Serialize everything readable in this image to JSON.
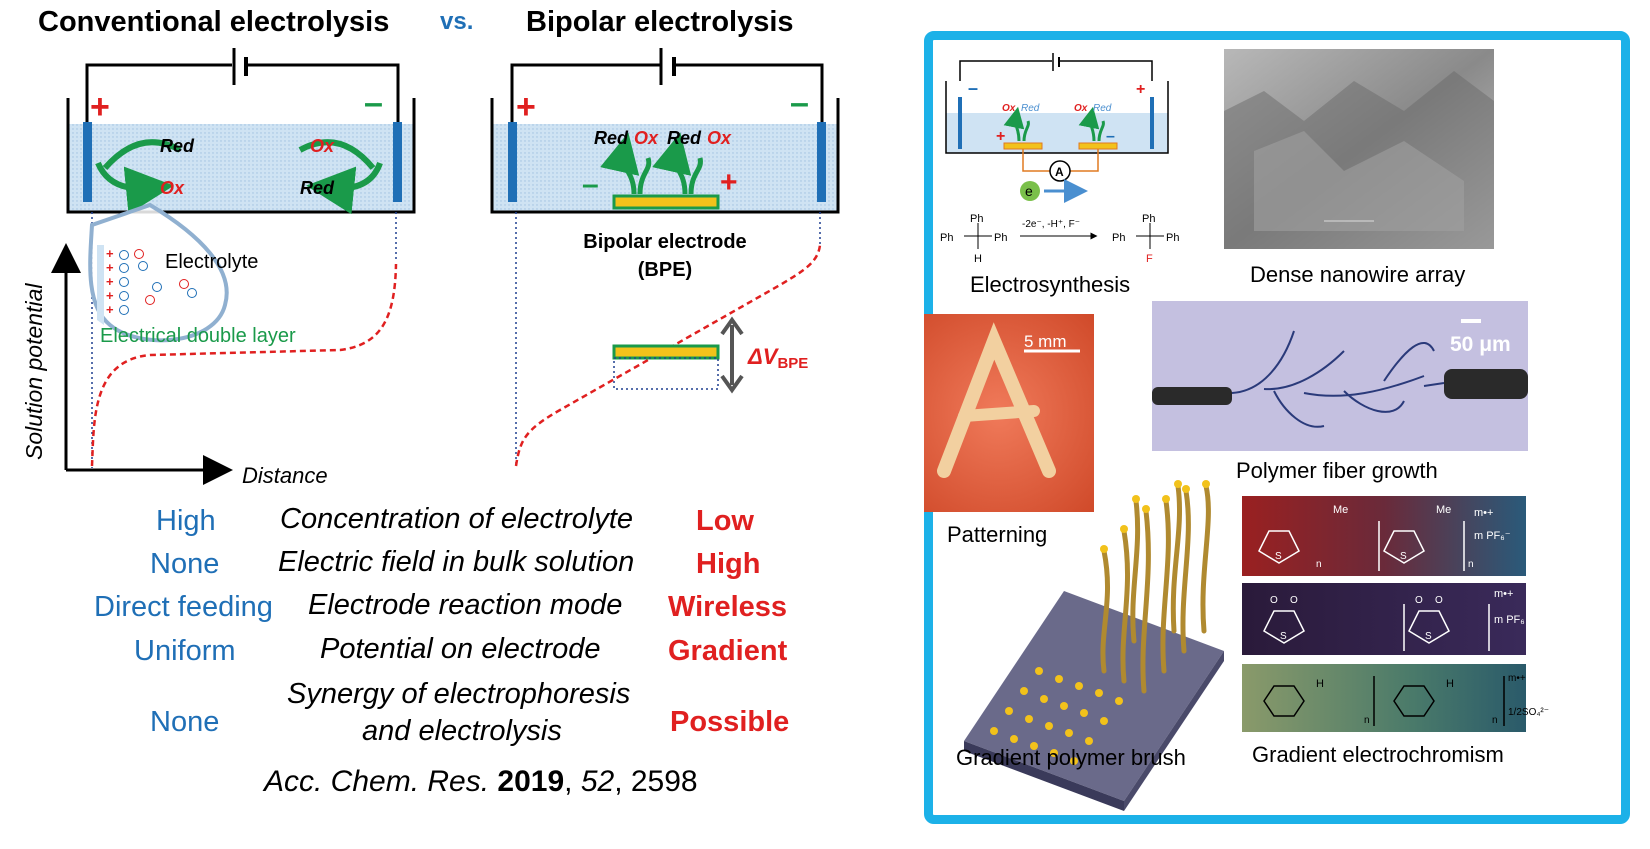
{
  "left": {
    "title_conventional": "Conventional electrolysis",
    "vs": "vs.",
    "title_bipolar": "Bipolar electrolysis",
    "red": "Red",
    "ox": "Ox",
    "plus": "+",
    "minus": "–",
    "electrolyte": "Electrolyte",
    "double_layer": "Electrical double layer",
    "y_axis": "Solution potential",
    "x_axis": "Distance",
    "bpe_label_1": "Bipolar electrode",
    "bpe_label_2": "(BPE)",
    "delta_v": "ΔV",
    "delta_v_sub": "BPE"
  },
  "comparison": [
    {
      "conventional": "High",
      "property": "Concentration of electrolyte",
      "bipolar": "Low"
    },
    {
      "conventional": "None",
      "property": "Electric field in bulk solution",
      "bipolar": "High"
    },
    {
      "conventional": "Direct feeding",
      "property": "Electrode reaction mode",
      "bipolar": "Wireless"
    },
    {
      "conventional": "Uniform",
      "property": "Potential on electrode",
      "bipolar": "Gradient"
    },
    {
      "conventional": "None",
      "property_line1": "Synergy of electrophoresis",
      "property_line2": "and electrolysis",
      "bipolar": "Possible"
    }
  ],
  "citation": {
    "journal": "Acc. Chem. Res.",
    "year": "2019",
    "volume": "52",
    "pages": "2598"
  },
  "applications": {
    "electrosynthesis": "Electrosynthesis",
    "nanowire": "Dense nanowire array",
    "patterning": "Patterning",
    "fiber": "Polymer fiber growth",
    "brush": "Gradient polymer brush",
    "electrochromism": "Gradient electrochromism",
    "scale_5mm": "5 mm",
    "scale_50um": "50 μm",
    "reaction_conditions": "-2e⁻, -H⁺, F⁻",
    "ammeter": "A",
    "electron": "e",
    "ph": "Ph",
    "h": "H",
    "f": "F",
    "me": "Me",
    "n": "n",
    "s": "S",
    "o": "O",
    "nh": "H",
    "charge1": "m•+",
    "counter1": "m PF₆⁻",
    "counter2": "m PF₆",
    "counter3": "1/2SO₄²⁻"
  },
  "colors": {
    "blue": "#1f6fb6",
    "red": "#e02020",
    "green": "#1a9a4a",
    "panel_border": "#1cb1e8",
    "bpe_yellow": "#f2c21b"
  }
}
